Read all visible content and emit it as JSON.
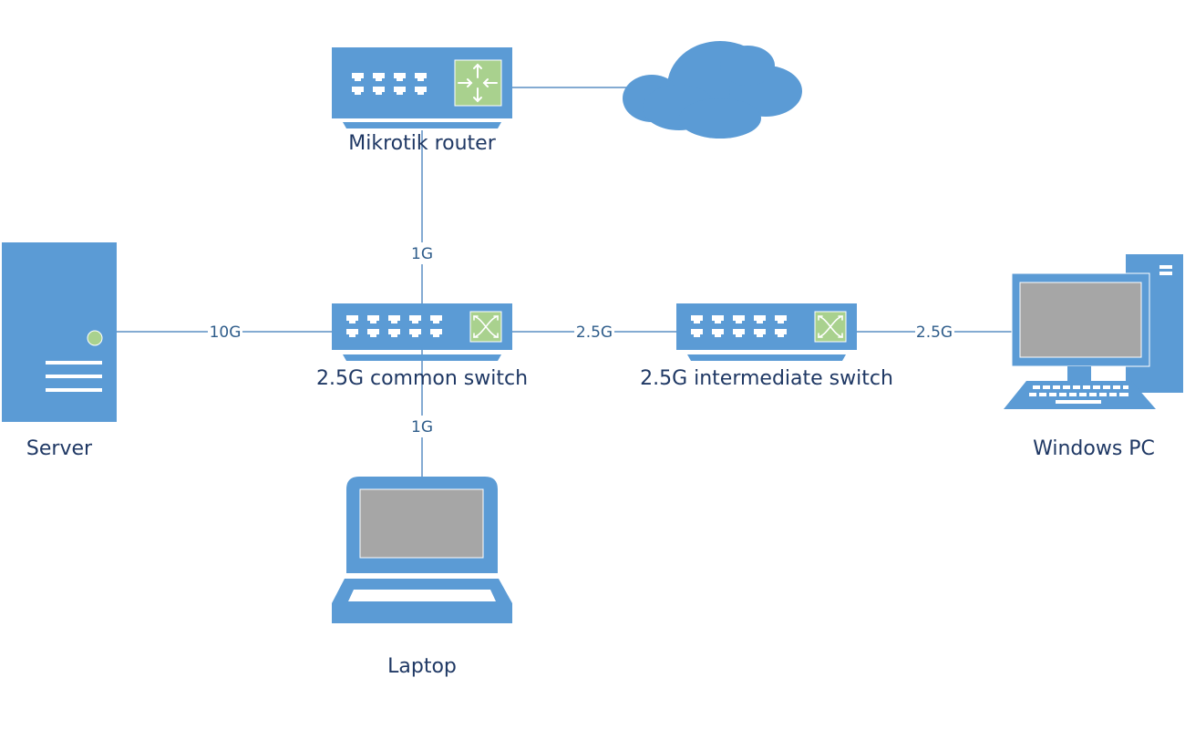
{
  "colors": {
    "device_blue": "#5b9bd5",
    "accent_green": "#a9d18e",
    "screen_gray": "#a6a6a6",
    "wire": "#5b8fc4",
    "label_text": "#1f3864",
    "link_label_text": "#2e5c8a"
  },
  "nodes": {
    "router": {
      "label": "Mikrotik router",
      "icon": "router-icon"
    },
    "internet": {
      "label": "",
      "icon": "cloud-icon"
    },
    "common_switch": {
      "label": "2.5G common switch",
      "icon": "switch-icon"
    },
    "intermediate_switch": {
      "label": "2.5G intermediate switch",
      "icon": "switch-icon"
    },
    "server": {
      "label": "Server",
      "icon": "server-icon"
    },
    "windows_pc": {
      "label": "Windows PC",
      "icon": "desktop-pc-icon"
    },
    "laptop": {
      "label": "Laptop",
      "icon": "laptop-icon"
    }
  },
  "links": [
    {
      "from": "router",
      "to": "internet",
      "speed": ""
    },
    {
      "from": "router",
      "to": "common_switch",
      "speed": "1G"
    },
    {
      "from": "server",
      "to": "common_switch",
      "speed": "10G"
    },
    {
      "from": "common_switch",
      "to": "intermediate_switch",
      "speed": "2.5G"
    },
    {
      "from": "intermediate_switch",
      "to": "windows_pc",
      "speed": "2.5G"
    },
    {
      "from": "common_switch",
      "to": "laptop",
      "speed": "1G"
    }
  ]
}
